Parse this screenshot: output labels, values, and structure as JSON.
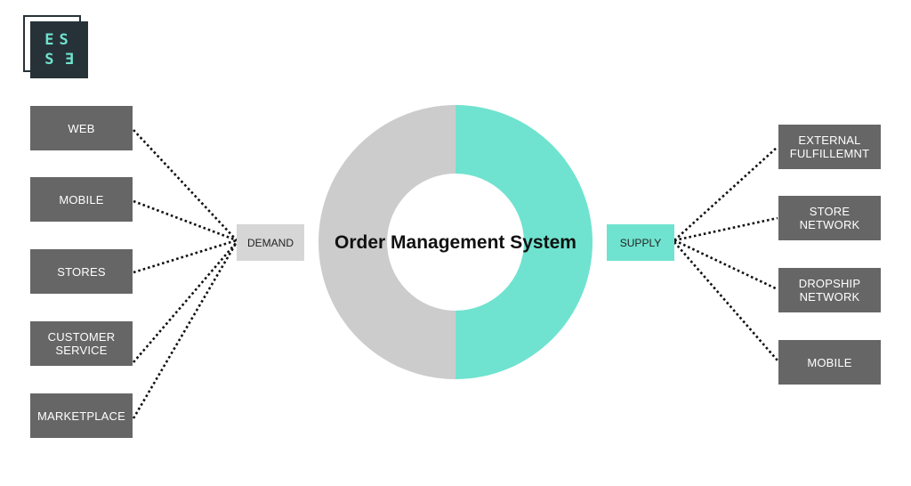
{
  "logo": {
    "row1": [
      "E",
      "S"
    ],
    "row2": [
      "S",
      "E"
    ],
    "color_bg": "#263238",
    "color_fg": "#6fe3cf"
  },
  "title": "Order Management System",
  "demand": {
    "label": "DEMAND",
    "sources": [
      "WEB",
      "MOBILE",
      "STORES",
      "CUSTOMER\nSERVICE",
      "MARKETPLACE"
    ]
  },
  "supply": {
    "label": "SUPPLY",
    "targets": [
      "EXTERNAL\nFULFILLEMNT",
      "STORE\nNETWORK",
      "DROPSHIP\nNETWORK",
      "MOBILE"
    ]
  },
  "colors": {
    "accent": "#6fe3cf",
    "neutral": "#cccccc",
    "box": "#666666",
    "demand_bg": "#d6d6d6"
  }
}
